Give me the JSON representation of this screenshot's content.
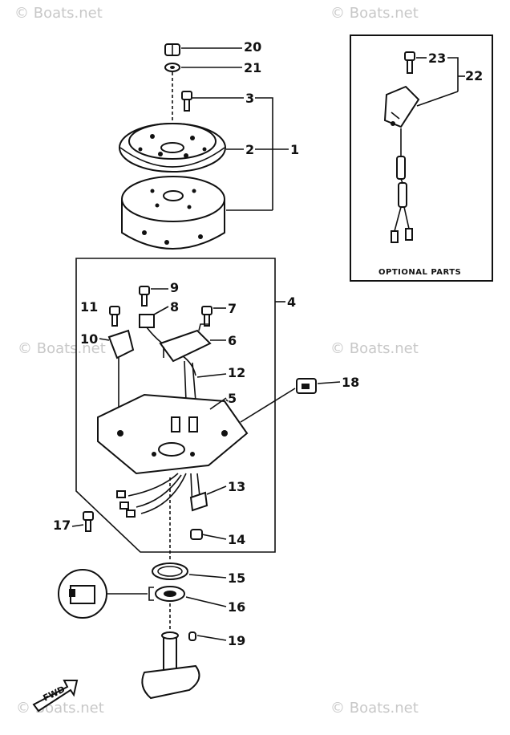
{
  "watermark": {
    "top_left": "© Boats.net",
    "top_right": "© Boats.net",
    "mid_left": "© Boats.net",
    "mid_right": "© Boats.net",
    "bottom_left": "© Boats.net",
    "bottom_right": "© Boats.net"
  },
  "optional_box_label": "OPTIONAL PARTS",
  "fwd_label": "FWD",
  "callouts": {
    "c1": "1",
    "c2": "2",
    "c3": "3",
    "c4": "4",
    "c5": "5",
    "c6": "6",
    "c7": "7",
    "c8": "8",
    "c9": "9",
    "c10": "10",
    "c11": "11",
    "c12": "12",
    "c13": "13",
    "c14": "14",
    "c15": "15",
    "c16": "16",
    "c17": "17",
    "c18": "18",
    "c19": "19",
    "c20": "20",
    "c21": "21",
    "c22": "22",
    "c23": "23"
  }
}
